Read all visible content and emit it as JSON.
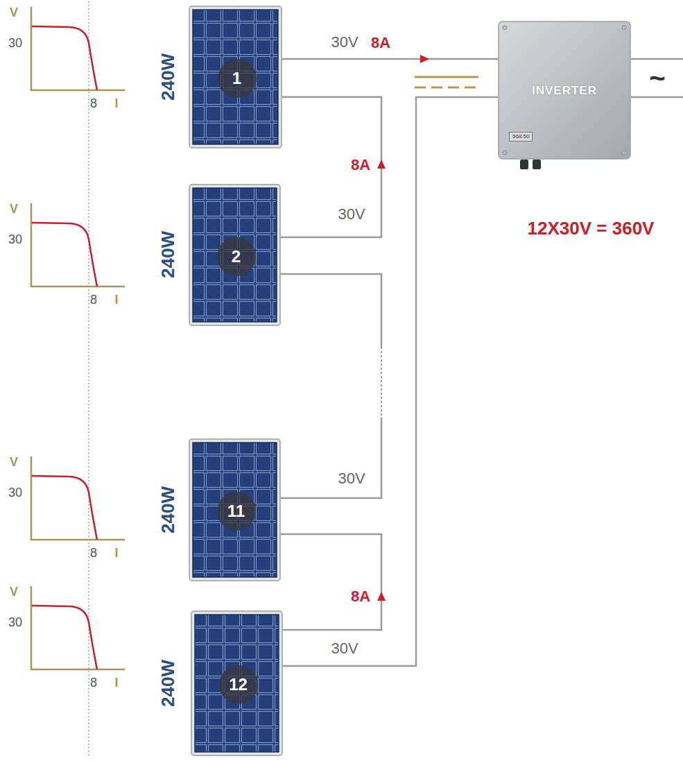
{
  "diagram": {
    "nodes": [
      {
        "text": [
          "1"
        ]
      },
      {
        "text": [
          "2"
        ]
      },
      {
        "text": [
          "11"
        ]
      },
      {
        "text": [
          "12"
        ]
      },
      {
        "text": [
          "INVERTER",
          "568.50"
        ]
      }
    ],
    "edges": [
      {
        "from": 0,
        "to": 4,
        "arrow": "to"
      },
      {
        "from": 1,
        "to": 0,
        "arrow": "to"
      },
      {
        "from": 1,
        "to": 2,
        "arrow": "none"
      },
      {
        "from": 3,
        "to": 2,
        "arrow": "to"
      },
      {
        "from": 3,
        "to": 4,
        "arrow": "none"
      }
    ],
    "labels": [
      "V",
      "30",
      "8",
      "I",
      "240W",
      "V",
      "30",
      "8",
      "I",
      "240W",
      "V",
      "30",
      "8",
      "I",
      "240W",
      "V",
      "30",
      "8",
      "I",
      "240W",
      "30V",
      "8A",
      "30V",
      "8A",
      "~",
      "12X30V = 360V",
      "30V",
      "30V",
      "8A"
    ]
  }
}
